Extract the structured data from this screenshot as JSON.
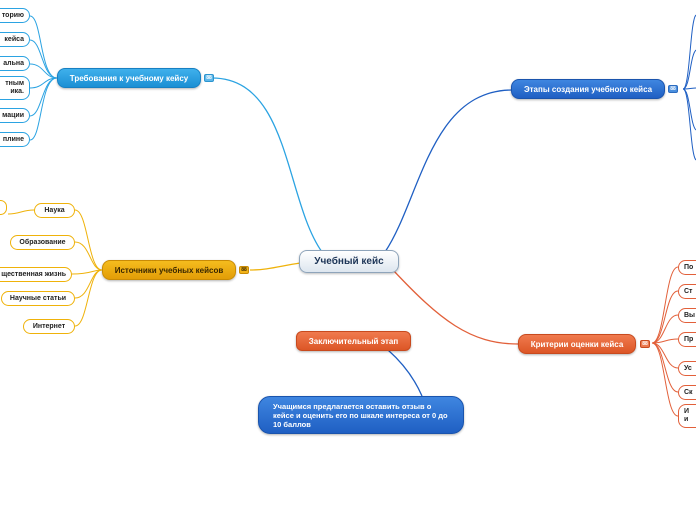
{
  "central": {
    "label": "Учебный кейс"
  },
  "requirements": {
    "label": "Требования к учебному кейсу",
    "toggle": "88",
    "items": [
      "торию",
      "кейса",
      "альна",
      "тным\nика.",
      "мации",
      "плине"
    ]
  },
  "stages": {
    "label": "Этапы создания учебного кейса",
    "toggle": "88"
  },
  "sources": {
    "label": "Источники учебных кейсов",
    "toggle": "88",
    "items": [
      "Наука",
      "Образование",
      "щественная  жизнь",
      "Научные статьи",
      "Интернет"
    ]
  },
  "criteria": {
    "label": "Критерии оценки кейса",
    "toggle": "88",
    "items": [
      "По",
      "Ст",
      "Вы",
      "Пр",
      "Ус",
      "Ск",
      "И\nи"
    ]
  },
  "final": {
    "label": "Заключительный этап",
    "note": "Учащимся предлагается оставить отзыв о кейсе и оценить его по шкале интереса от 0 до 10 баллов"
  },
  "colors": {
    "requirements": "#2ba3e2",
    "stages": "#1f5fc3",
    "sources": "#efb20a",
    "criteria": "#e2603a",
    "final": "#1f5fc3"
  }
}
